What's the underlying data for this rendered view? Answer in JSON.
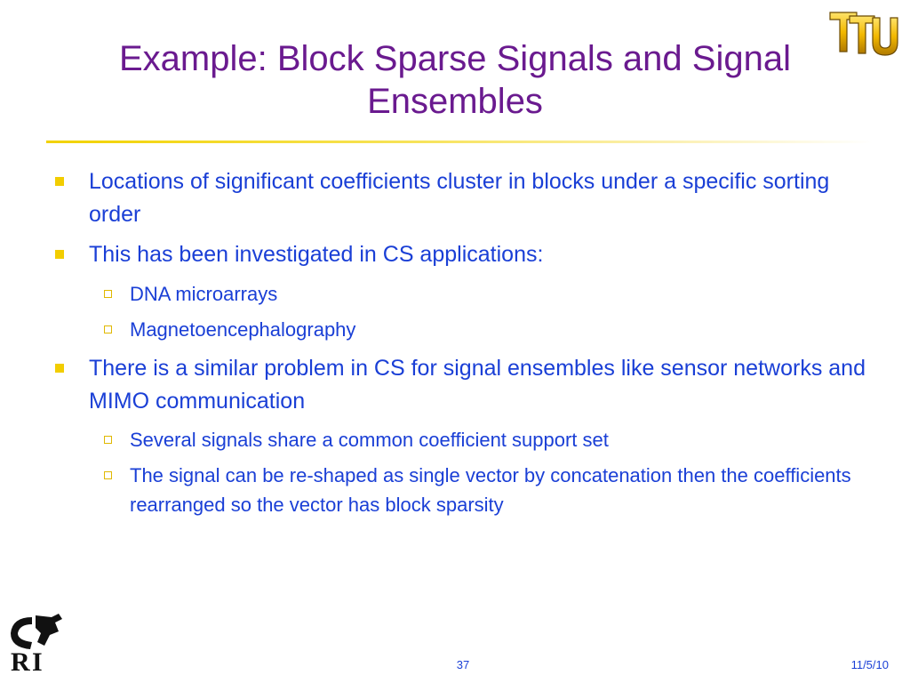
{
  "slide": {
    "title_line1": "Example: Block Sparse Signals and Signal",
    "title_line2": "Ensembles",
    "bullets": [
      {
        "text": "Locations of significant coefficients cluster in blocks under a specific sorting order",
        "sub": []
      },
      {
        "text": "This has been investigated in CS applications:",
        "sub": [
          "DNA microarrays",
          "Magnetoencephalography"
        ]
      },
      {
        "text": "There is a similar problem in CS for signal ensembles like sensor networks and MIMO communication",
        "sub": [
          "Several signals share a common coefficient support set",
          "The signal can be re-shaped as single vector by concatenation then the coefficients rearranged so the vector has block sparsity"
        ]
      }
    ],
    "page_number": "37",
    "date": "11/5/10",
    "logo_top_text": "TTU",
    "logo_bottom_text": "CRI"
  },
  "colors": {
    "title": "#6a1a8f",
    "body_text": "#1a3fd6",
    "bullet_marker": "#f2cd00",
    "rule": "#f2d200",
    "logo_gold": "#f2b800"
  },
  "icons": {
    "top_logo": "ttu-logo-icon",
    "bottom_logo": "cri-logo-icon"
  }
}
